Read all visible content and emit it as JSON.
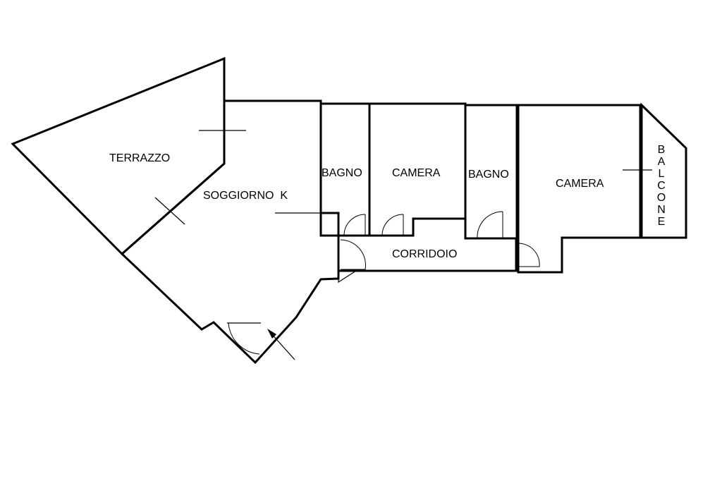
{
  "colors": {
    "terrace": "#b06e00",
    "living": "#ffff00",
    "bathroom": "#d7ecfc",
    "bedroom": "#ffd0dc",
    "corridor": "#d9d9d9",
    "wall": "#000000"
  },
  "rooms": {
    "terrazzo": "TERRAZZO",
    "soggiorno": "SOGGIORNO  K",
    "bagno_1": "BAGNO",
    "camera_1": "CAMERA",
    "bagno_2": "BAGNO",
    "camera_2": "CAMERA",
    "corridoio": "CORRIDOIO",
    "balcone": [
      "B",
      "A",
      "L",
      "C",
      "O",
      "N",
      "E"
    ]
  }
}
